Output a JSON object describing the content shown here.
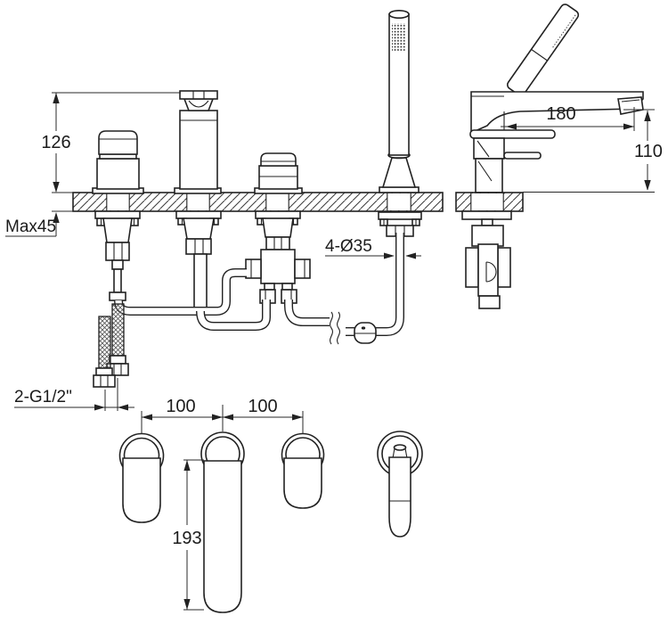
{
  "colors": {
    "background": "#ffffff",
    "line": "#1f1f1f"
  },
  "dimensions": {
    "body_height": "126",
    "max_deck_thickness": "Max45",
    "spout_reach": "180",
    "spout_outlet_height": "110",
    "mounting_holes": "4-Ø35",
    "supply_connections": "2-G1/2\"",
    "hole_spacing_left": "100",
    "hole_spacing_right": "100",
    "spout_lever_length": "193"
  }
}
